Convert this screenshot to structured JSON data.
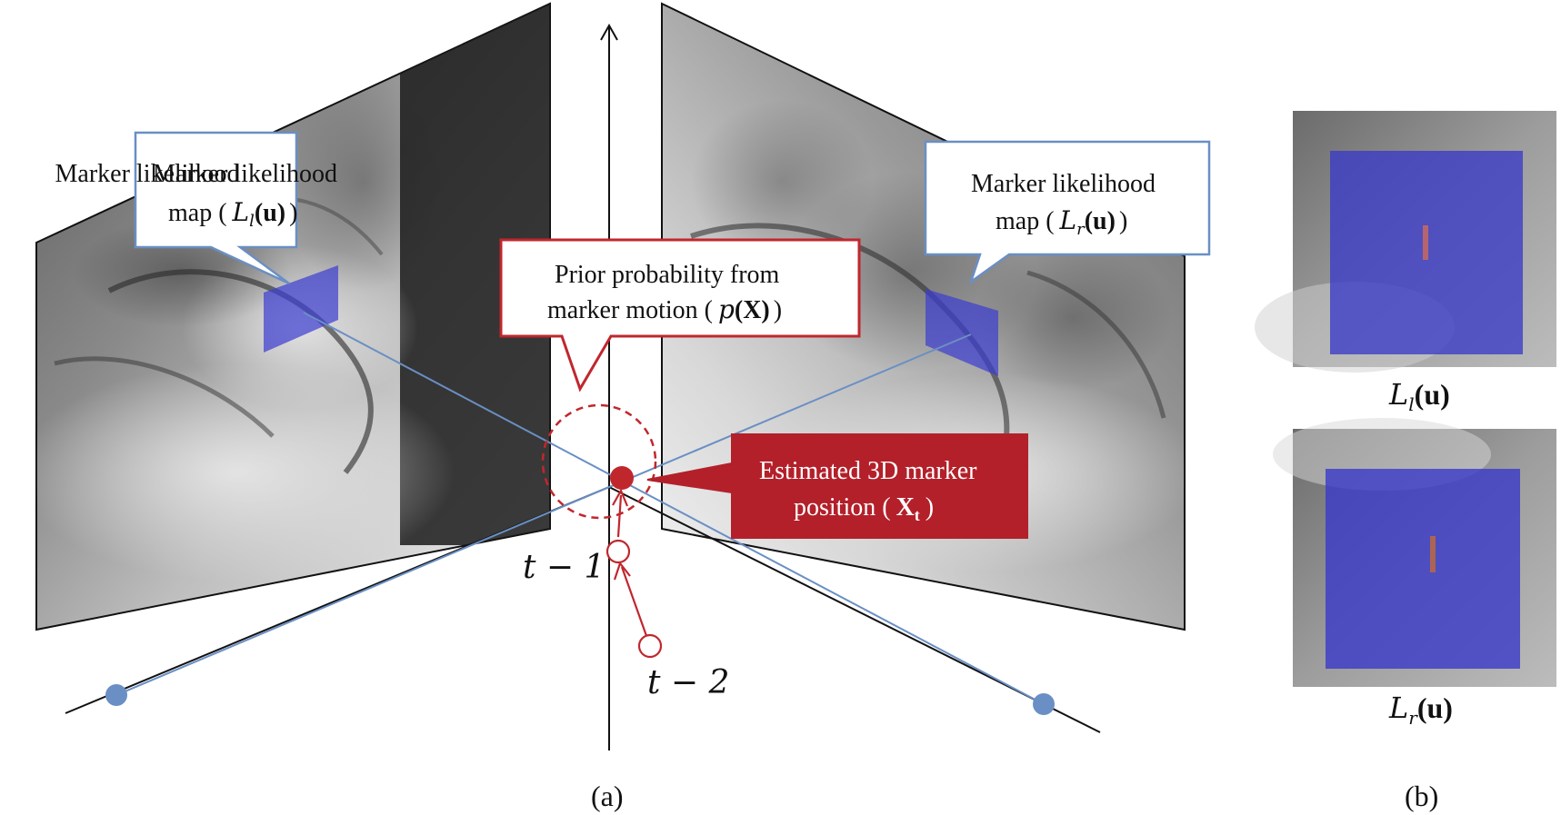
{
  "colors": {
    "accent_blue": "#6a8fc4",
    "overlay_blue": "#3c3cd2",
    "accent_red": "#c0272d",
    "red_fill": "#b3202a",
    "axis": "#111111"
  },
  "callouts": {
    "left_map": {
      "line1": "Marker likelihood",
      "line2_prefix": "map (",
      "line2_math": "L",
      "line2_sub": "l",
      "line2_arg": "(u)",
      "line2_suffix": ")"
    },
    "right_map": {
      "line1": "Marker likelihood",
      "line2_prefix": "map (",
      "line2_math": "L",
      "line2_sub": "r",
      "line2_arg": "(u)",
      "line2_suffix": ")"
    },
    "prior": {
      "line1": "Prior probability from",
      "line2_prefix": "marker motion (",
      "line2_math": "p",
      "line2_arg": "(X)",
      "line2_suffix": ")"
    },
    "estimated": {
      "line1": "Estimated 3D marker",
      "line2_prefix": "position (",
      "line2_math": "X",
      "line2_sub": "t",
      "line2_suffix": ")"
    }
  },
  "time_labels": {
    "t1": "t − 1",
    "t2": "t − 2"
  },
  "panel_labels": {
    "a": "(a)",
    "b": "(b)"
  },
  "thumbnails": {
    "top": {
      "label_math": "L",
      "label_sub": "l",
      "label_arg": "(u)"
    },
    "bottom": {
      "label_math": "L",
      "label_sub": "r",
      "label_arg": "(u)"
    }
  }
}
